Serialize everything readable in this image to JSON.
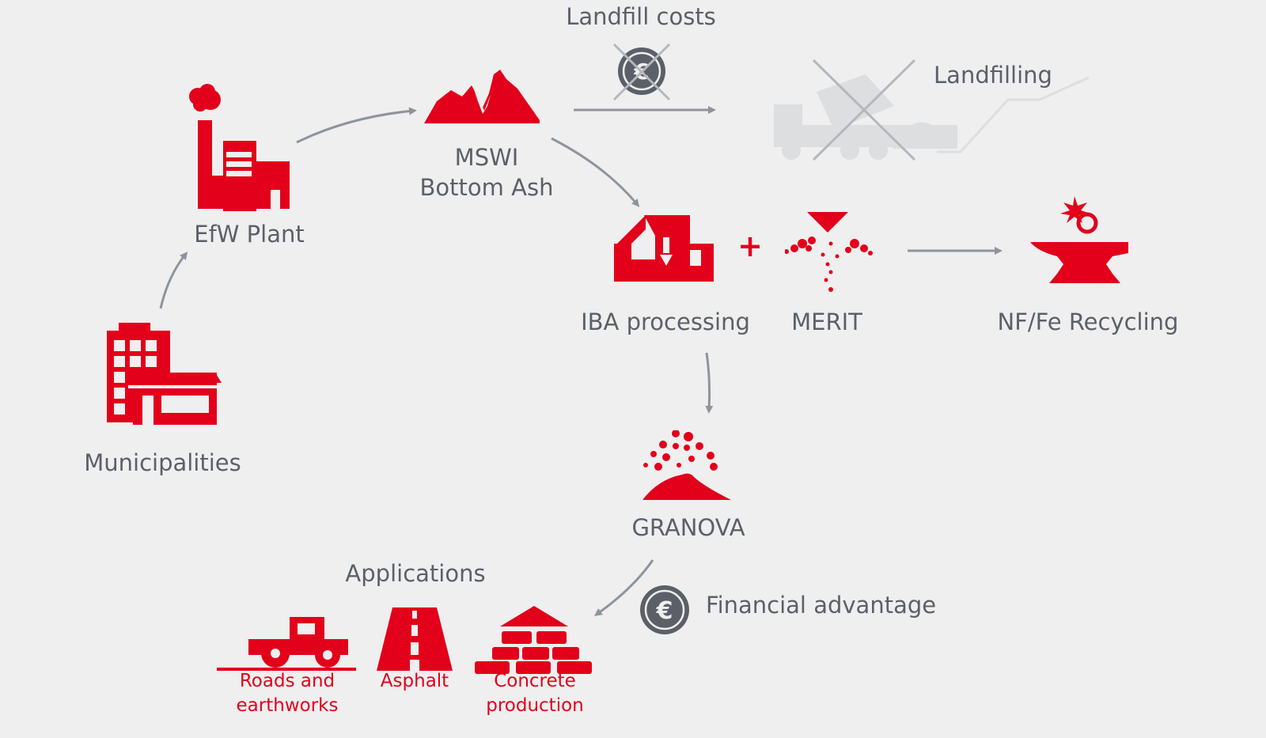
{
  "colors": {
    "accent": "#e2001a",
    "text": "#5b6068",
    "arrow": "#8e949b",
    "faded": "#cfd1d4",
    "background": "#efeff0"
  },
  "nodes": {
    "municipalities": {
      "label": "Municipalities",
      "icon": "buildings-icon"
    },
    "efw_plant": {
      "label": "EfW Plant",
      "icon": "factory-icon"
    },
    "bottom_ash": {
      "label": "MSWI\nBottom Ash",
      "icon": "ash-pile-icon"
    },
    "landfill_costs": {
      "label": "Landfill costs",
      "icon": "crossed-euro-coin-icon"
    },
    "landfilling": {
      "label": "Landfilling",
      "icon": "dump-truck-crossed-icon"
    },
    "iba_processing": {
      "label": "IBA processing",
      "icon": "processing-plant-icon"
    },
    "plus": {
      "label": "+"
    },
    "merit": {
      "label": "MERIT",
      "icon": "particle-separation-icon"
    },
    "nf_fe_recycling": {
      "label": "NF/Fe Recycling",
      "icon": "anvil-icon"
    },
    "granova": {
      "label": "GRANOVA",
      "icon": "granulate-pile-icon"
    },
    "applications": {
      "label": "Applications"
    },
    "financial_advantage": {
      "label": "Financial advantage",
      "icon": "euro-coin-icon"
    }
  },
  "applications": [
    {
      "label": "Roads and\nearthworks",
      "icon": "road-roller-icon"
    },
    {
      "label": "Asphalt",
      "icon": "road-icon"
    },
    {
      "label": "Concrete\nproduction",
      "icon": "bricks-icon"
    }
  ]
}
